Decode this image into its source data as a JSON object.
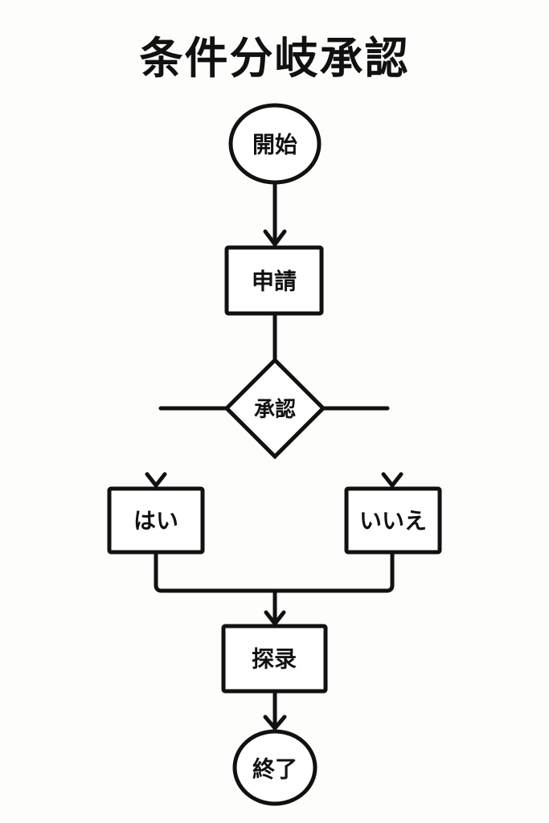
{
  "title": "条件分岐承認",
  "nodes": {
    "start": {
      "label": "開始",
      "shape": "circle"
    },
    "apply": {
      "label": "申請",
      "shape": "rectangle"
    },
    "approval": {
      "label": "承認",
      "shape": "diamond"
    },
    "yes": {
      "label": "はい",
      "shape": "rectangle"
    },
    "no": {
      "label": "いいえ",
      "shape": "rectangle"
    },
    "record": {
      "label": "探录",
      "shape": "rectangle"
    },
    "end": {
      "label": "終了",
      "shape": "circle"
    }
  },
  "edges": [
    {
      "from": "start",
      "to": "apply"
    },
    {
      "from": "apply",
      "to": "approval"
    },
    {
      "from": "approval",
      "to": "yes"
    },
    {
      "from": "approval",
      "to": "no"
    },
    {
      "from": "yes",
      "to": "record"
    },
    {
      "from": "no",
      "to": "record"
    },
    {
      "from": "record",
      "to": "end"
    }
  ],
  "colors": {
    "stroke": "#111111",
    "background": "#fdfdfc"
  }
}
